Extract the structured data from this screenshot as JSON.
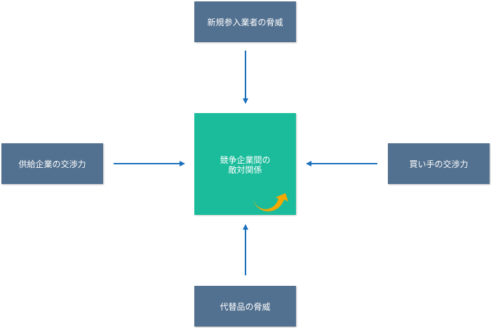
{
  "nodes": {
    "top": "新規参入業者の脅威",
    "left": "供給企業の交渉力",
    "right": "買い手の交渉力",
    "bottom": "代替品の脅威",
    "center_line1": "競争企業間の",
    "center_line2": "敵対関係"
  },
  "colors": {
    "box": "#52708f",
    "center": "#1bbc9b",
    "arrow": "#1a6fbd",
    "cycle_icon": "#f5a800"
  }
}
